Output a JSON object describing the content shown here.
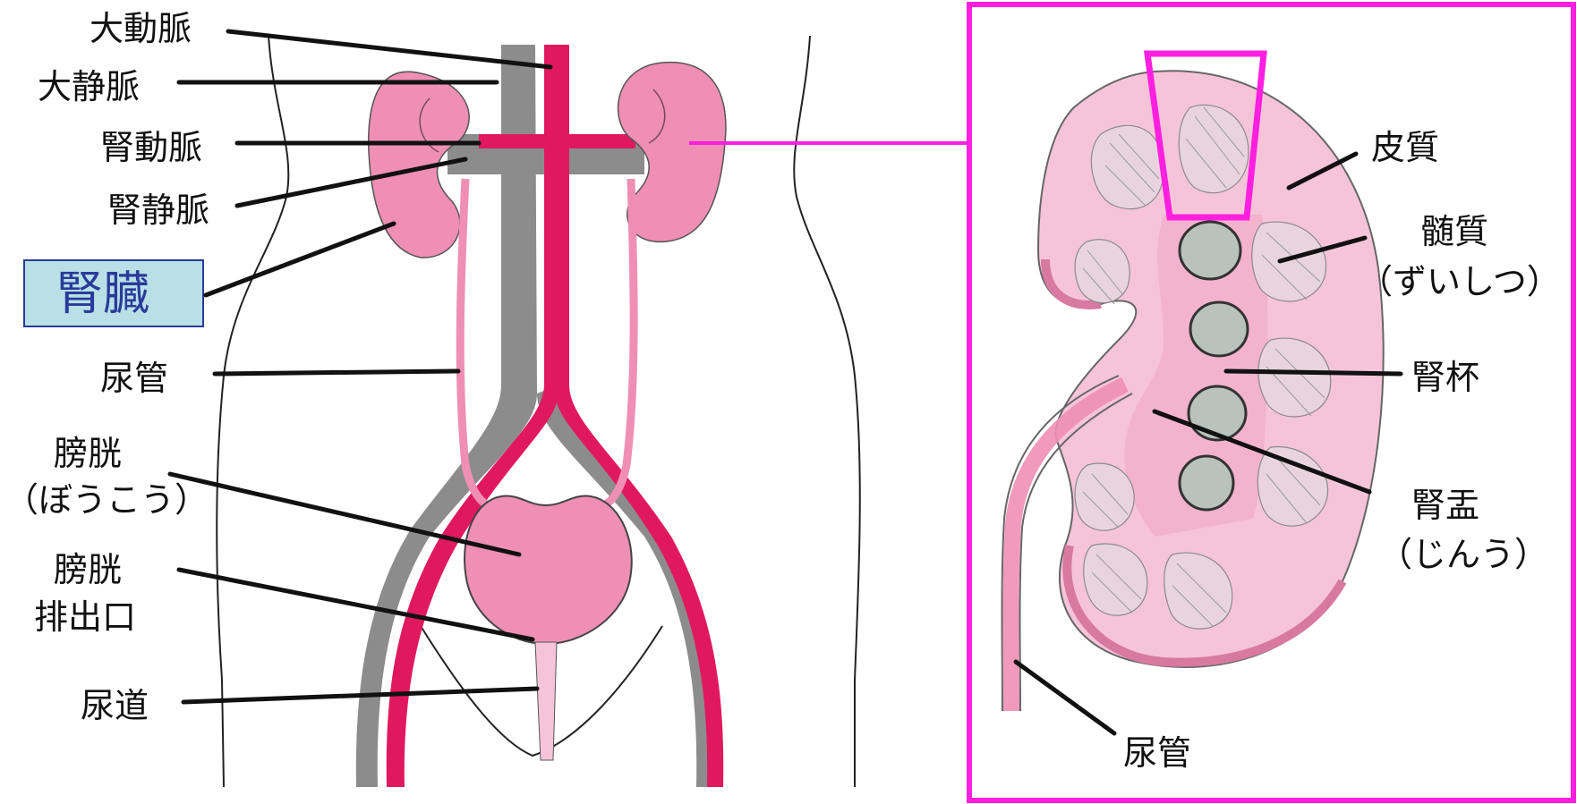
{
  "colors": {
    "artery": "#e0195f",
    "vein": "#8c8c8c",
    "organ_pink": "#ef8fb4",
    "organ_light": "#f6c4d8",
    "organ_lighter": "#fadbe7",
    "zoom_frame": "#ff1fe0",
    "label_box_bg": "#b8e0e6",
    "label_box_border": "#2b3a9a",
    "line": "#111111"
  },
  "left_labels": {
    "aorta": "大動脈",
    "vena_cava": "大静脈",
    "renal_artery": "腎動脈",
    "renal_vein": "腎静脈",
    "kidney": "腎臓",
    "ureter": "尿管",
    "bladder": "膀胱",
    "bladder_reading": "（ぼうこう）",
    "bladder_outlet_1": "膀胱",
    "bladder_outlet_2": "排出口",
    "urethra": "尿道"
  },
  "right_labels": {
    "cortex": "皮質",
    "medulla": "髄質",
    "medulla_reading": "（ずいしつ）",
    "calyx": "腎杯",
    "pelvis": "腎盂",
    "pelvis_reading": "（じんう）",
    "ureter": "尿管"
  }
}
